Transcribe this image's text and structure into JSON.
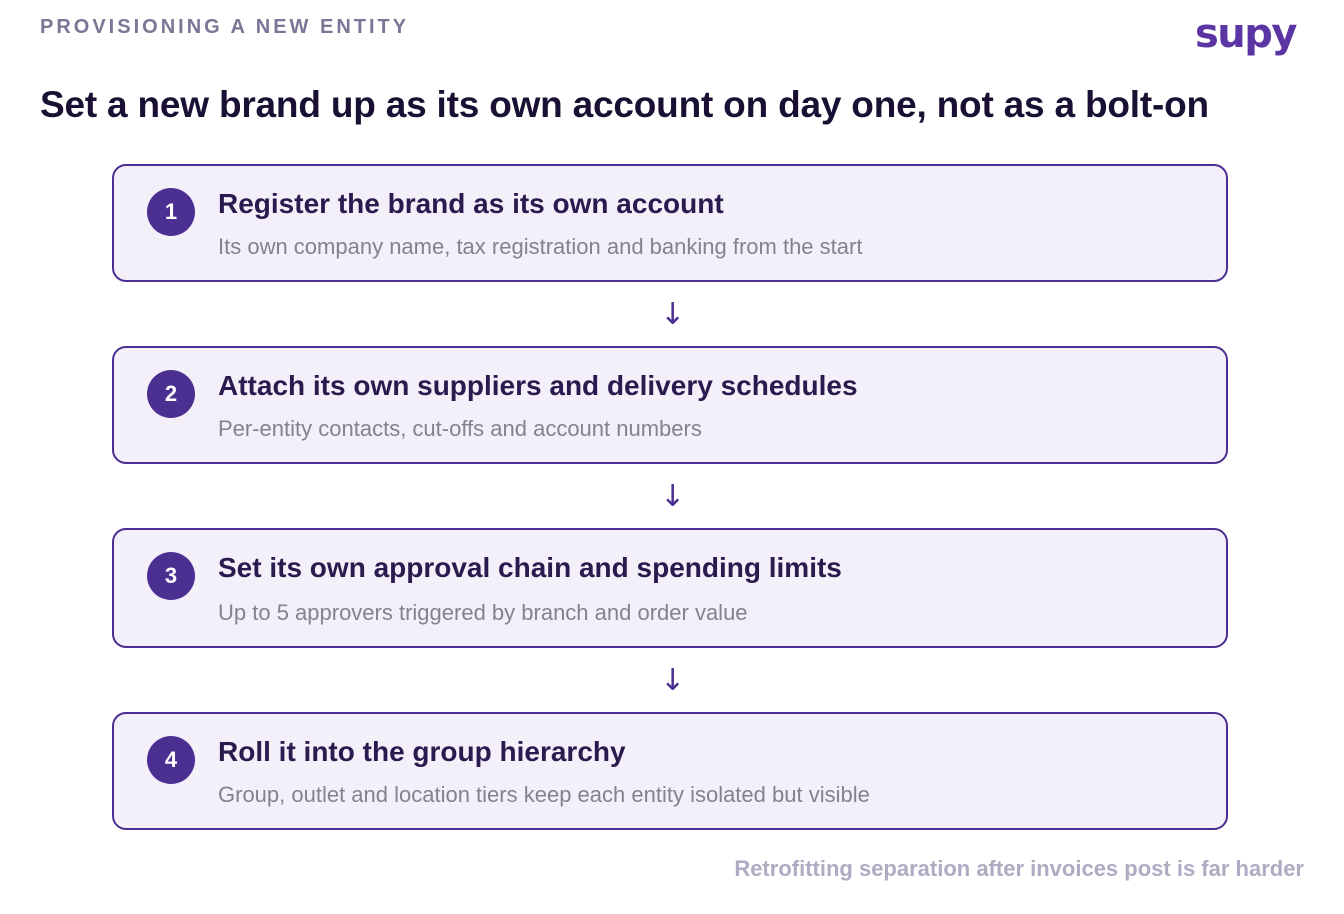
{
  "eyebrow": "PROVISIONING A NEW ENTITY",
  "logo": "supy",
  "headline": "Set a new brand up as its own account on day one, not as a bolt-on",
  "steps": [
    {
      "number": "1",
      "title": "Register the brand as its own account",
      "description": "Its own company name, tax registration and banking from the start"
    },
    {
      "number": "2",
      "title": "Attach its own suppliers and delivery schedules",
      "description": "Per-entity contacts, cut-offs and account numbers"
    },
    {
      "number": "3",
      "title": "Set its own approval chain and spending limits",
      "description": "Up to 5 approvers triggered by branch and order value"
    },
    {
      "number": "4",
      "title": "Roll it into the group hierarchy",
      "description": "Group, outlet and location tiers keep each entity isolated but visible"
    }
  ],
  "arrow_glyph": "↓",
  "footnote": "Retrofitting separation after invoices post is far harder",
  "colors": {
    "accent": "#4b2f91",
    "logo": "#5a35a3",
    "card_background": "#f3f0fa",
    "heading": "#1a1033",
    "muted_text": "#858190",
    "eyebrow": "#7d7596",
    "footnote": "#b0aac2"
  }
}
